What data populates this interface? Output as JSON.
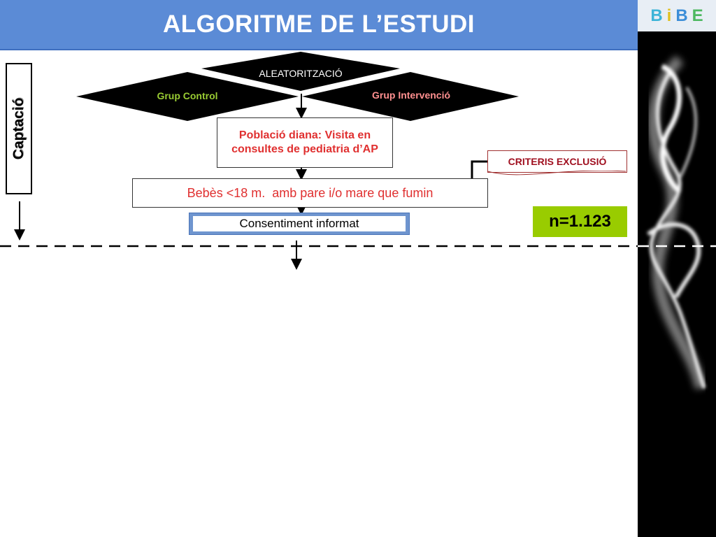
{
  "header": {
    "title": "ALGORITME DE L’ESTUDI"
  },
  "logo": {
    "letters": [
      "B",
      "i",
      "B",
      "E"
    ],
    "colors": [
      "#3cb4d8",
      "#e0c020",
      "#3c8ed8",
      "#4cb860"
    ]
  },
  "sidebar": {
    "phase_label": "Captació"
  },
  "flow": {
    "randomization": "ALEATORITZACIÓ",
    "control_group": "Grup Control",
    "intervention_group": "Grup Intervenció",
    "target_population": "Població diana: Visita en consultes de pediatria d’AP",
    "inclusion": "Bebès <18 m.  amb pare i/o mare que fumin",
    "consent": "Consentiment informat",
    "exclusion": "CRITERIS EXCLUSIÓ",
    "sample_size": "n=1.123"
  },
  "colors": {
    "header_bg": "#5b8bd6",
    "control_text": "#99cc33",
    "intervention_text": "#ff9090",
    "red_text": "#e03030",
    "count_bg": "#99cc00"
  }
}
